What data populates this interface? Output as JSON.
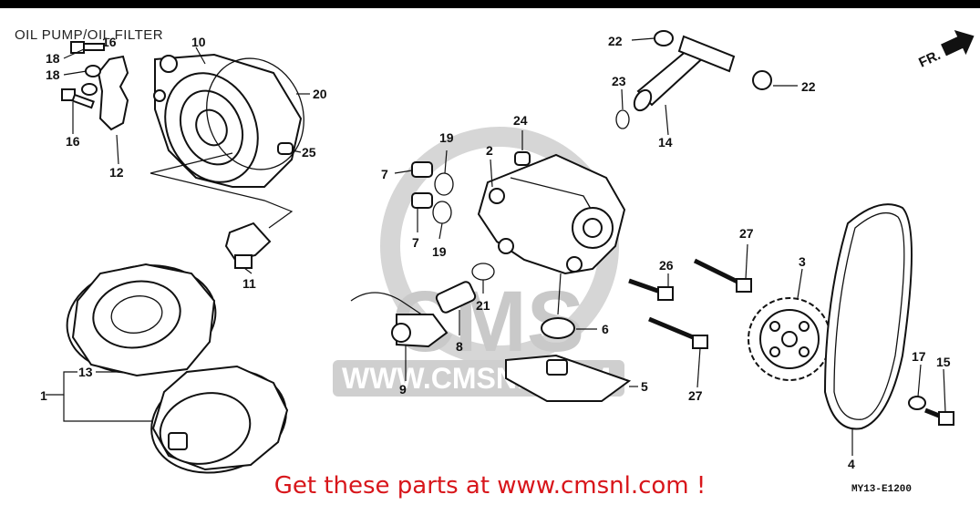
{
  "title": "OIL PUMP/OIL FILTER",
  "diagram_code": "MY13-E1200",
  "promo_text": "Get these parts at www.cmsnl.com !",
  "watermark": {
    "brand": "CMS",
    "url": "WWW.CMSNL.COM",
    "color": "#c9c9c9"
  },
  "direction_arrow": {
    "label": "FR.",
    "icon": "arrow-right-icon"
  },
  "colors": {
    "promo": "#d8161b",
    "line": "#111111"
  },
  "callouts": [
    {
      "id": "c1",
      "text": "1"
    },
    {
      "id": "c2",
      "text": "2"
    },
    {
      "id": "c3",
      "text": "3"
    },
    {
      "id": "c4",
      "text": "4"
    },
    {
      "id": "c5",
      "text": "5"
    },
    {
      "id": "c6",
      "text": "6"
    },
    {
      "id": "c7a",
      "text": "7"
    },
    {
      "id": "c7b",
      "text": "7"
    },
    {
      "id": "c8",
      "text": "8"
    },
    {
      "id": "c9",
      "text": "9"
    },
    {
      "id": "c10",
      "text": "10"
    },
    {
      "id": "c11",
      "text": "11"
    },
    {
      "id": "c12",
      "text": "12"
    },
    {
      "id": "c13",
      "text": "13"
    },
    {
      "id": "c14",
      "text": "14"
    },
    {
      "id": "c15",
      "text": "15"
    },
    {
      "id": "c16a",
      "text": "16"
    },
    {
      "id": "c16b",
      "text": "16"
    },
    {
      "id": "c17",
      "text": "17"
    },
    {
      "id": "c18a",
      "text": "18"
    },
    {
      "id": "c18b",
      "text": "18"
    },
    {
      "id": "c19a",
      "text": "19"
    },
    {
      "id": "c19b",
      "text": "19"
    },
    {
      "id": "c20",
      "text": "20"
    },
    {
      "id": "c21",
      "text": "21"
    },
    {
      "id": "c22a",
      "text": "22"
    },
    {
      "id": "c22b",
      "text": "22"
    },
    {
      "id": "c23",
      "text": "23"
    },
    {
      "id": "c24",
      "text": "24"
    },
    {
      "id": "c25",
      "text": "25"
    },
    {
      "id": "c26",
      "text": "26"
    },
    {
      "id": "c27a",
      "text": "27"
    },
    {
      "id": "c27b",
      "text": "27"
    }
  ]
}
